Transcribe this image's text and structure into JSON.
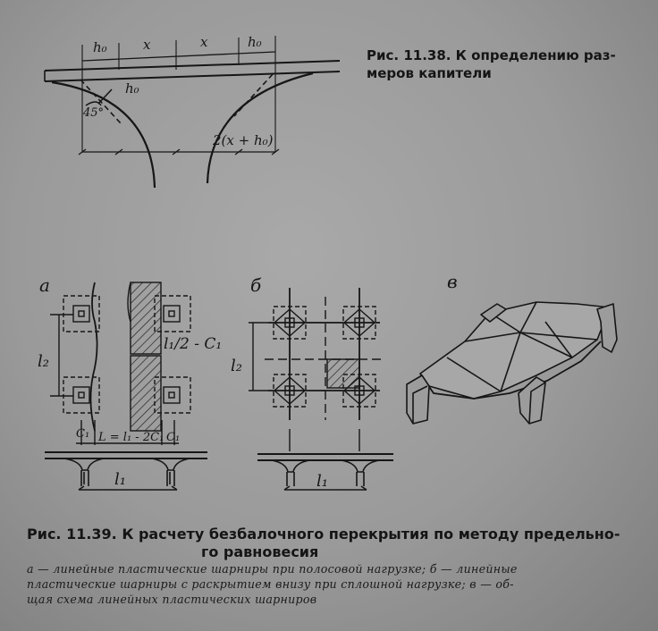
{
  "fig38": {
    "caption_line1": "Рис. 11.38. К определению раз-",
    "caption_line2": "меров капители",
    "labels": {
      "h0_left": "h₀",
      "x_left": "x",
      "x_right": "x",
      "h0_right": "h₀",
      "h0_diag": "h₀",
      "angle": "45°",
      "width_expr": "2(x + h₀)"
    }
  },
  "fig39": {
    "caption_line1": "Рис. 11.39. К расчету безбалочного перекрытия по методу предельно-",
    "caption_line2": "го равновесия",
    "legend_line1": "а — линейные пластические шарниры при полосовой нагрузке; б — линейные",
    "legend_line2": "пластические шарниры с раскрытием внизу при сплошной нагрузке; в — об-",
    "legend_line3": "щая схема линейных пластических шарниров",
    "panel_a": {
      "letter": "а",
      "l2": "l₂",
      "strip": "l₁/2 - C₁",
      "c1_left": "C₁",
      "span_expr": "L = l₁ - 2C₁",
      "c1_right": "C₁",
      "l1": "l₁"
    },
    "panel_b": {
      "letter": "б",
      "l2": "l₂",
      "l1": "l₁"
    },
    "panel_v": {
      "letter": "в"
    }
  }
}
